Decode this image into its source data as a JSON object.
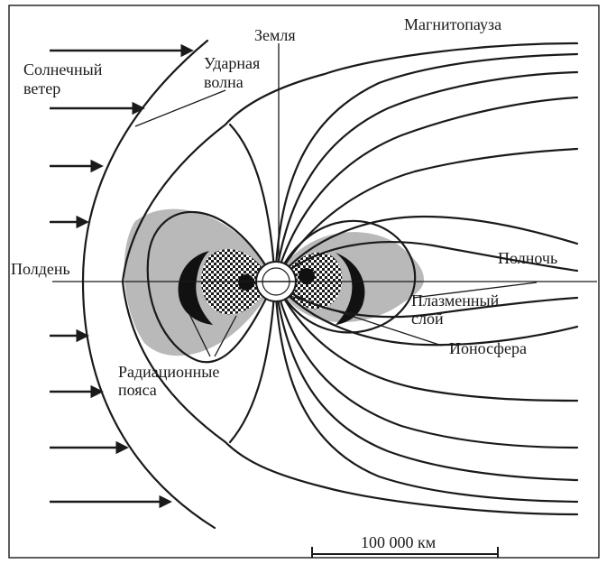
{
  "labels": {
    "solar_wind": [
      "Солнечный",
      "ветер"
    ],
    "shock_wave": [
      "Ударная",
      "волна"
    ],
    "earth": "Земля",
    "magnetopause": "Магнитопауза",
    "noon": "Полдень",
    "midnight": "Полночь",
    "plasma_sheet": [
      "Плазменный",
      "слой"
    ],
    "ionosphere": "Ионосфера",
    "radiation_belts": [
      "Радиационные",
      "пояса"
    ],
    "scale": "100 000 км"
  },
  "colors": {
    "ink": "#1a1a1a",
    "plasma_fill": "#b9b9b9",
    "background": "#ffffff"
  },
  "icons": {
    "solar_wind_arrows": "arrow-right-icon",
    "earth": "earth-globe-icon"
  }
}
